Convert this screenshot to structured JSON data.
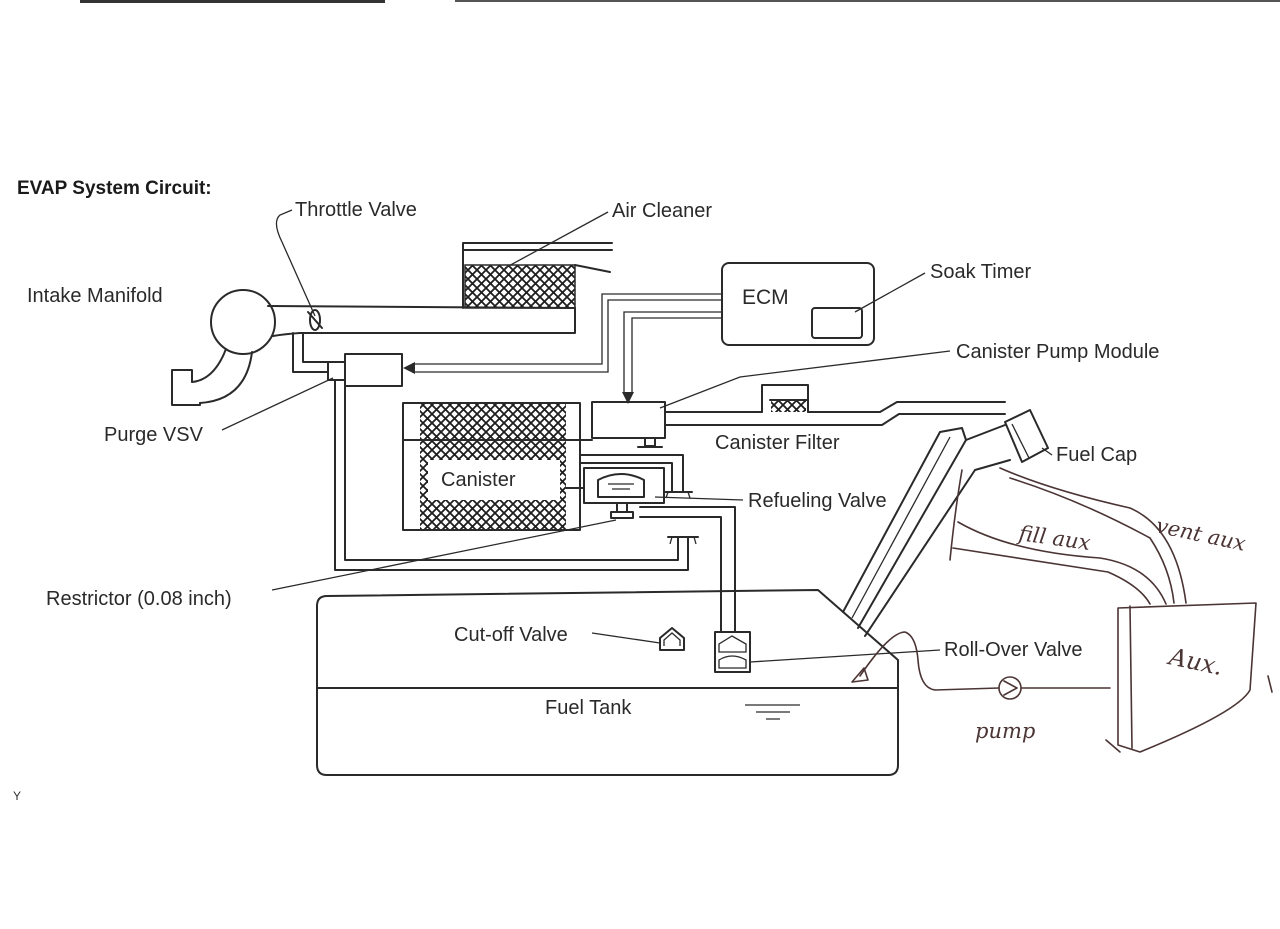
{
  "title": "EVAP System Circuit:",
  "labels": {
    "throttle_valve": "Throttle Valve",
    "air_cleaner": "Air Cleaner",
    "intake_manifold": "Intake Manifold",
    "ecm": "ECM",
    "soak_timer": "Soak Timer",
    "canister_pump_module": "Canister Pump Module",
    "purge_vsv": "Purge VSV",
    "canister_filter": "Canister Filter",
    "fuel_cap": "Fuel Cap",
    "canister": "Canister",
    "refueling_valve": "Refueling Valve",
    "restrictor": "Restrictor (0.08 inch)",
    "cutoff_valve": "Cut-off Valve",
    "rollover_valve": "Roll-Over Valve",
    "fuel_tank": "Fuel Tank",
    "corner_mark": "Y"
  },
  "handwritten": {
    "fill_aux": "fill aux",
    "vent_aux": "vent aux",
    "aux": "Aux.",
    "pump": "pump"
  },
  "colors": {
    "line": "#2a2a2a",
    "ink": "#4b3434",
    "paper": "#ffffff"
  }
}
